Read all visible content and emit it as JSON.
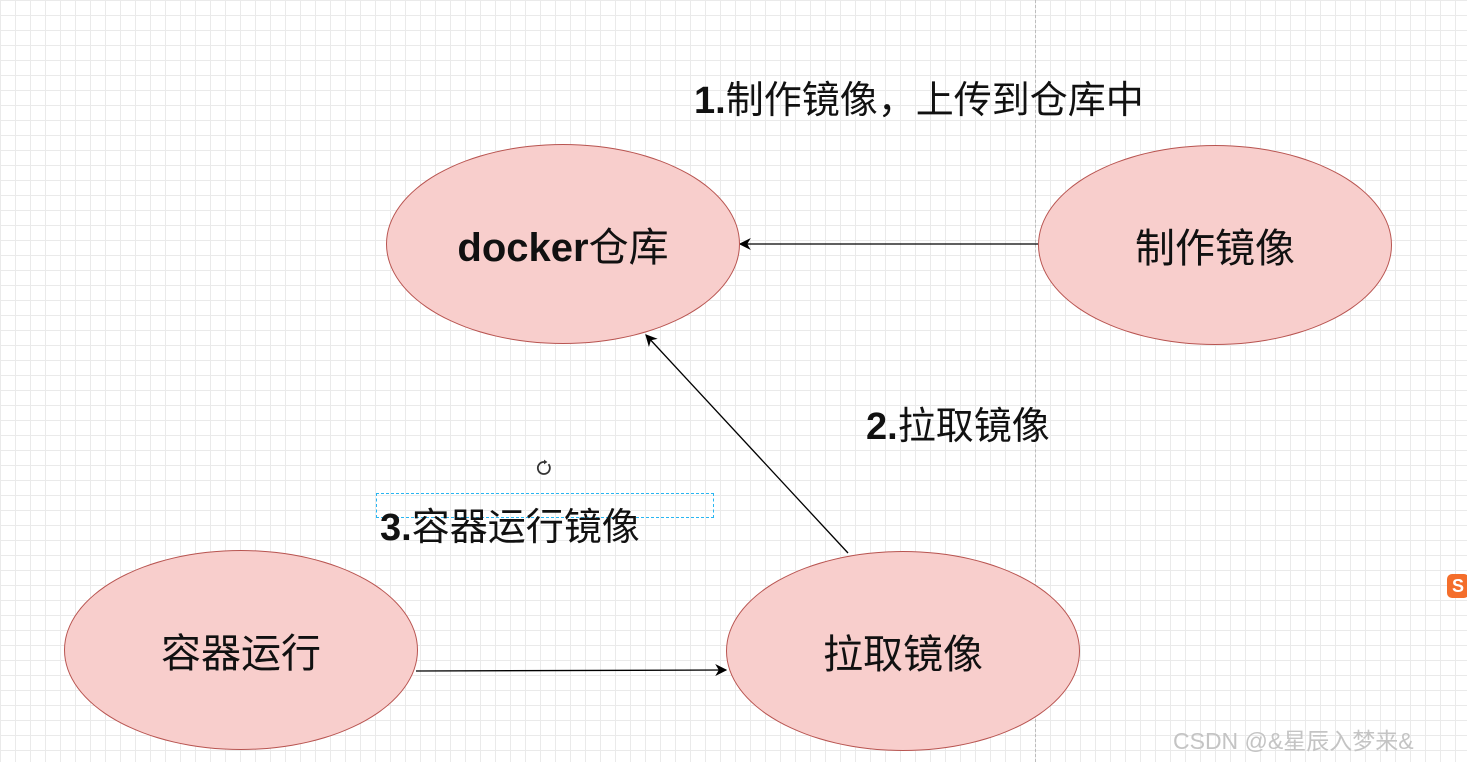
{
  "nodes": {
    "registry": {
      "prefix": "docker",
      "suffix": "仓库"
    },
    "build_image": {
      "label": "制作镜像"
    },
    "pull_image": {
      "label": "拉取镜像"
    },
    "run_container": {
      "label": "容器运行"
    }
  },
  "edge_labels": {
    "step1": {
      "num": "1.",
      "text": "制作镜像，上传到仓库中"
    },
    "step2": {
      "num": "2.",
      "text": "拉取镜像"
    },
    "step3": {
      "num": "3.",
      "text": "容器运行镜像"
    }
  },
  "watermark": "CSDN @&星辰入梦来&",
  "brand_badge": "S",
  "colors": {
    "node_fill": "#f8cecc",
    "node_stroke": "#b85450",
    "edge": "#000000",
    "selection": "#29b6f2"
  }
}
